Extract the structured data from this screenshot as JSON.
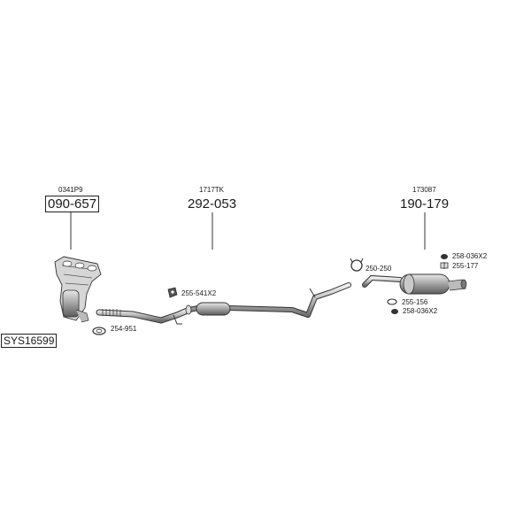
{
  "system_id": "SYS16599",
  "parts": {
    "manifold": {
      "code": "0341P9",
      "number": "090-657"
    },
    "middle": {
      "code": "1717TK",
      "number": "292-053"
    },
    "rear": {
      "code": "173087",
      "number": "190-179"
    }
  },
  "accessories": {
    "gasket_front": "254-951",
    "mount_mid": "255-541X2",
    "clamp": "250-250",
    "rubber_top": "258-036X2",
    "bracket_top": "255-177",
    "ring_bottom": "255-156",
    "rubber_bottom": "258-036X2"
  },
  "colors": {
    "line": "#333333",
    "part_fill": "#c8c8c8",
    "part_dark": "#8a8a8a"
  }
}
